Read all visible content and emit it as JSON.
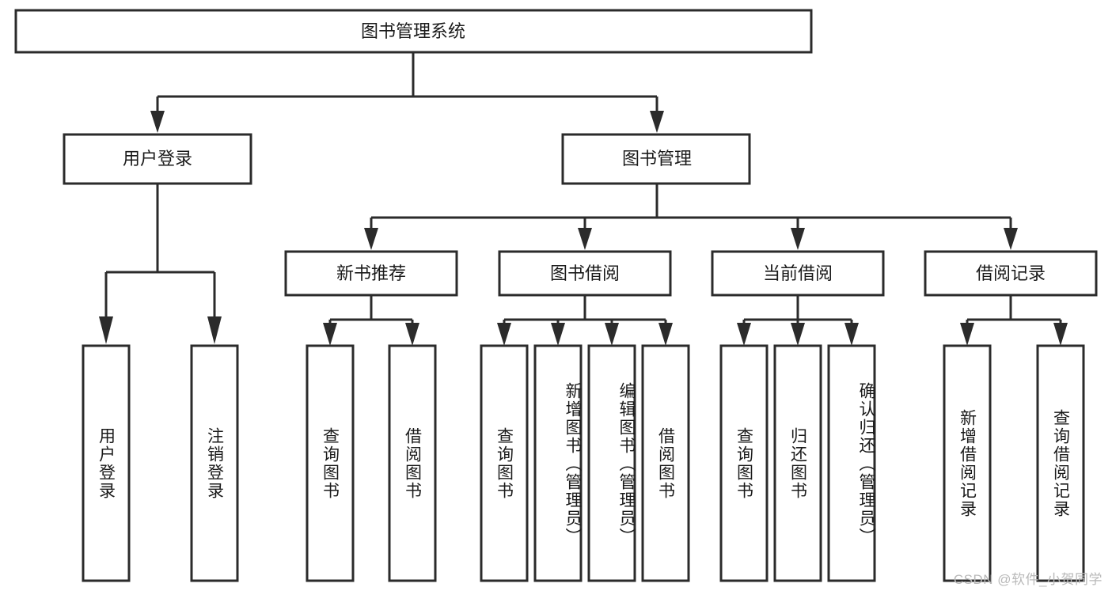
{
  "diagram": {
    "type": "tree-hierarchy",
    "title": "图书管理系统",
    "root": {
      "id": "root",
      "label": "图书管理系统",
      "orientation": "horizontal"
    },
    "level2": [
      {
        "id": "user-login",
        "label": "用户登录",
        "orientation": "horizontal"
      },
      {
        "id": "book-manage",
        "label": "图书管理",
        "orientation": "horizontal"
      }
    ],
    "level3": [
      {
        "id": "new-book-recommend",
        "label": "新书推荐",
        "orientation": "horizontal",
        "parent": "book-manage"
      },
      {
        "id": "book-borrow",
        "label": "图书借阅",
        "orientation": "horizontal",
        "parent": "book-manage"
      },
      {
        "id": "current-borrow",
        "label": "当前借阅",
        "orientation": "horizontal",
        "parent": "book-manage"
      },
      {
        "id": "borrow-record",
        "label": "借阅记录",
        "orientation": "horizontal",
        "parent": "book-manage"
      }
    ],
    "leaves": [
      {
        "id": "leaf-user-login",
        "label": "用户登录",
        "parent": "user-login",
        "orientation": "vertical"
      },
      {
        "id": "leaf-user-logout",
        "label": "注销登录",
        "parent": "user-login",
        "orientation": "vertical"
      },
      {
        "id": "leaf-query-book-1",
        "label": "查询图书",
        "parent": "new-book-recommend",
        "orientation": "vertical"
      },
      {
        "id": "leaf-borrow-book-1",
        "label": "借阅图书",
        "parent": "new-book-recommend",
        "orientation": "vertical"
      },
      {
        "id": "leaf-query-book-2",
        "label": "查询图书",
        "parent": "book-borrow",
        "orientation": "vertical"
      },
      {
        "id": "leaf-add-book",
        "label": "新增图书（管理员）",
        "parent": "book-borrow",
        "orientation": "vertical"
      },
      {
        "id": "leaf-edit-book",
        "label": "编辑图书（管理员）",
        "parent": "book-borrow",
        "orientation": "vertical"
      },
      {
        "id": "leaf-borrow-book-2",
        "label": "借阅图书",
        "parent": "book-borrow",
        "orientation": "vertical"
      },
      {
        "id": "leaf-query-book-3",
        "label": "查询图书",
        "parent": "current-borrow",
        "orientation": "vertical"
      },
      {
        "id": "leaf-return-book",
        "label": "归还图书",
        "parent": "current-borrow",
        "orientation": "vertical"
      },
      {
        "id": "leaf-confirm-return",
        "label": "确认归还（管理员）",
        "parent": "current-borrow",
        "orientation": "vertical"
      },
      {
        "id": "leaf-add-record",
        "label": "新增借阅记录",
        "parent": "borrow-record",
        "orientation": "vertical"
      },
      {
        "id": "leaf-query-record",
        "label": "查询借阅记录",
        "parent": "borrow-record",
        "orientation": "vertical"
      }
    ],
    "colors": {
      "box_stroke": "#2b2b2b",
      "box_fill": "#ffffff",
      "connector": "#2b2b2b",
      "text": "#1a1a1a",
      "background": "#ffffff",
      "watermark": "#b9b9b9"
    }
  },
  "watermark": {
    "text": "CSDN @软件_小贺同学"
  }
}
